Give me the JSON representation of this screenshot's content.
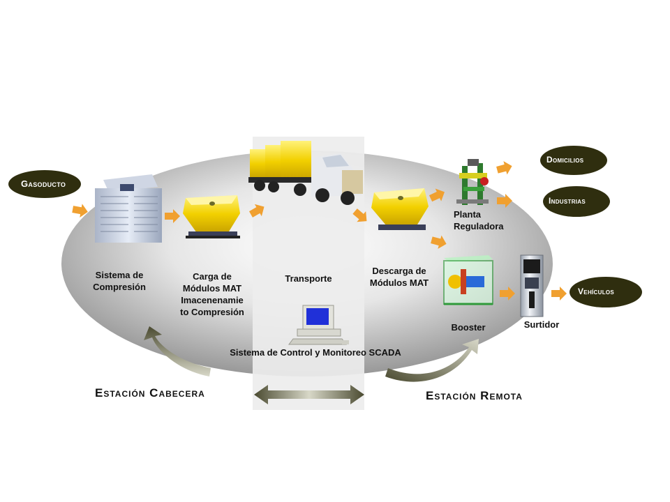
{
  "colors": {
    "pill_fill": "#2f2e0f",
    "yellow_module": "#f2d000",
    "arrow_orange": "#f0a030",
    "ellipse_gray": "#9a9a9a",
    "band": "#ececec",
    "curved_arrow": "#4a4a30"
  },
  "sources": {
    "gasoducto": "Gasoducto"
  },
  "consumers": {
    "domicilios": "Domicilios",
    "industrias": "Industrias",
    "vehiculos": "Vehículos"
  },
  "stages": {
    "compresion": [
      "Sistema de",
      "Compresión"
    ],
    "carga": [
      "Carga de",
      "Módulos MAT",
      "Imacenenamie",
      "to Compresión"
    ],
    "transporte": "Transporte",
    "descarga": [
      "Descarga de",
      "Módulos MAT"
    ],
    "planta": [
      "Planta",
      "Reguladora"
    ],
    "booster": "Booster",
    "surtidor": "Surtidor"
  },
  "scada": "Sistema de Control y Monitoreo SCADA",
  "stations": {
    "cabecera": "Estación Cabecera",
    "remota": "Estación Remota"
  },
  "icons": [
    "compressor-icon",
    "mat-module-icon",
    "truck-icon",
    "computer-icon",
    "regulator-plant-icon",
    "booster-icon",
    "dispenser-icon"
  ]
}
